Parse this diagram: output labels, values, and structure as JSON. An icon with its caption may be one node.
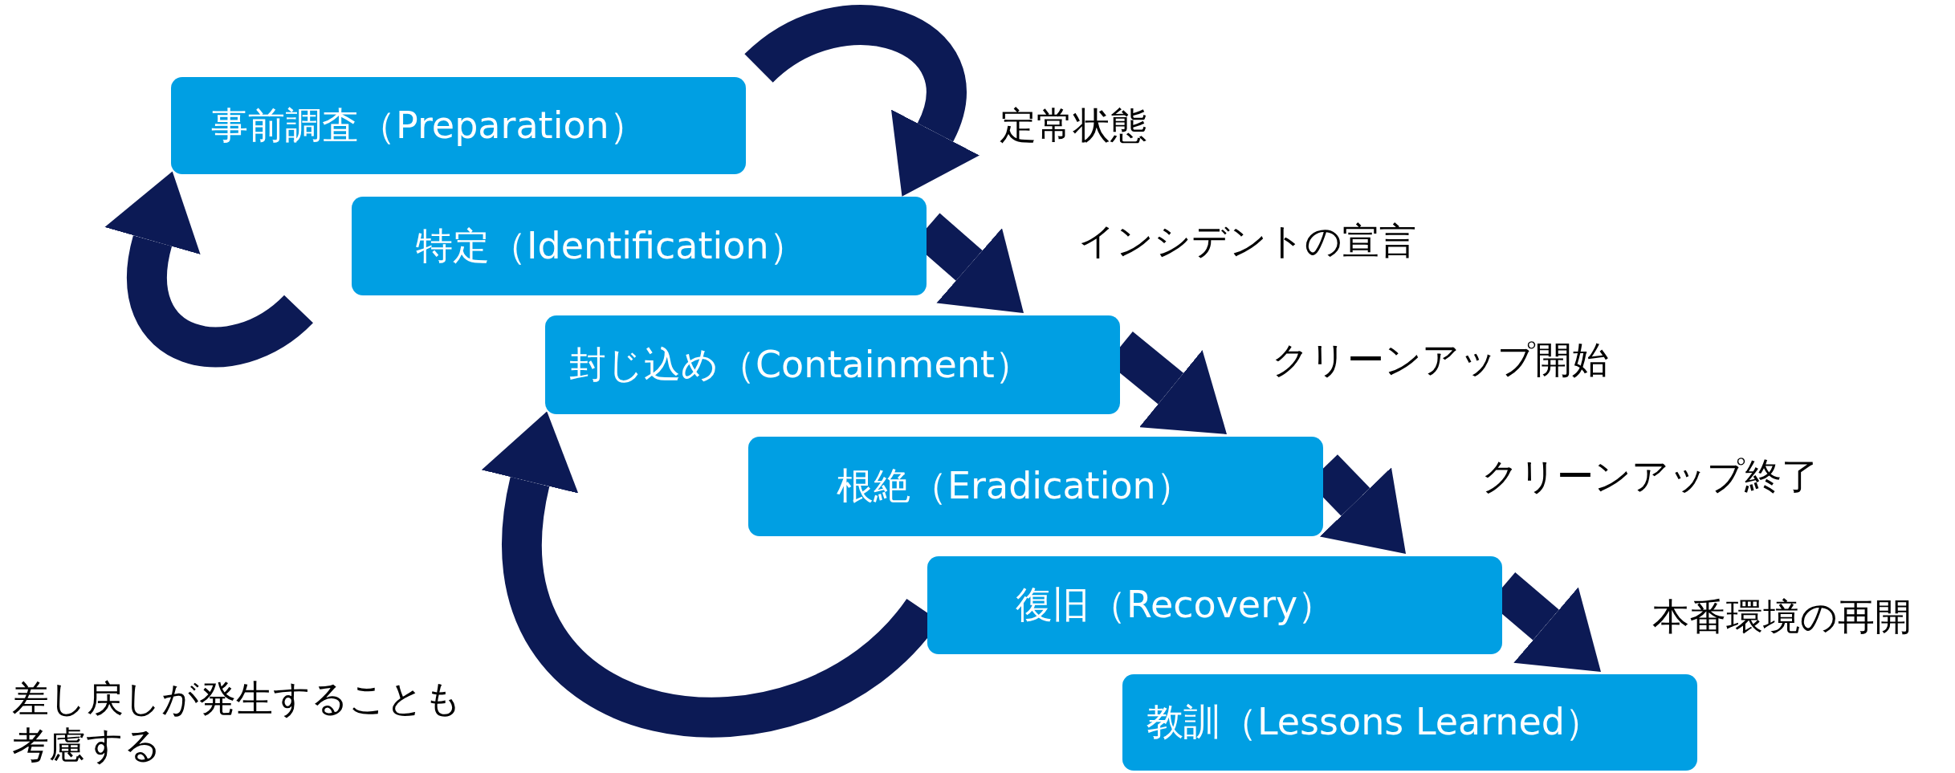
{
  "diagram": {
    "nodes": [
      {
        "text": [
          "事前調査（Preparation）"
        ]
      },
      {
        "text": [
          "特定（Identification）"
        ]
      },
      {
        "text": [
          "封じ込め（Containment）"
        ]
      },
      {
        "text": [
          "根絶（Eradication）"
        ]
      },
      {
        "text": [
          "復旧（Recovery）"
        ]
      },
      {
        "text": [
          "教訓（Lessons Learned）"
        ]
      }
    ],
    "edges": [
      {
        "from": 0,
        "to": 1,
        "arrow": "to",
        "label": "定常状態"
      },
      {
        "from": 1,
        "to": 2,
        "arrow": "to",
        "label": "インシデントの宣言"
      },
      {
        "from": 2,
        "to": 3,
        "arrow": "to",
        "label": "クリーンアップ開始"
      },
      {
        "from": 3,
        "to": 4,
        "arrow": "to",
        "label": "クリーンアップ終了"
      },
      {
        "from": 4,
        "to": 5,
        "arrow": "to",
        "label": "本番環境の再開"
      },
      {
        "from": 1,
        "to": 0,
        "arrow": "to"
      },
      {
        "from": 4,
        "to": 2,
        "arrow": "to",
        "label": "差し戻しが発生することも考慮する"
      }
    ]
  }
}
